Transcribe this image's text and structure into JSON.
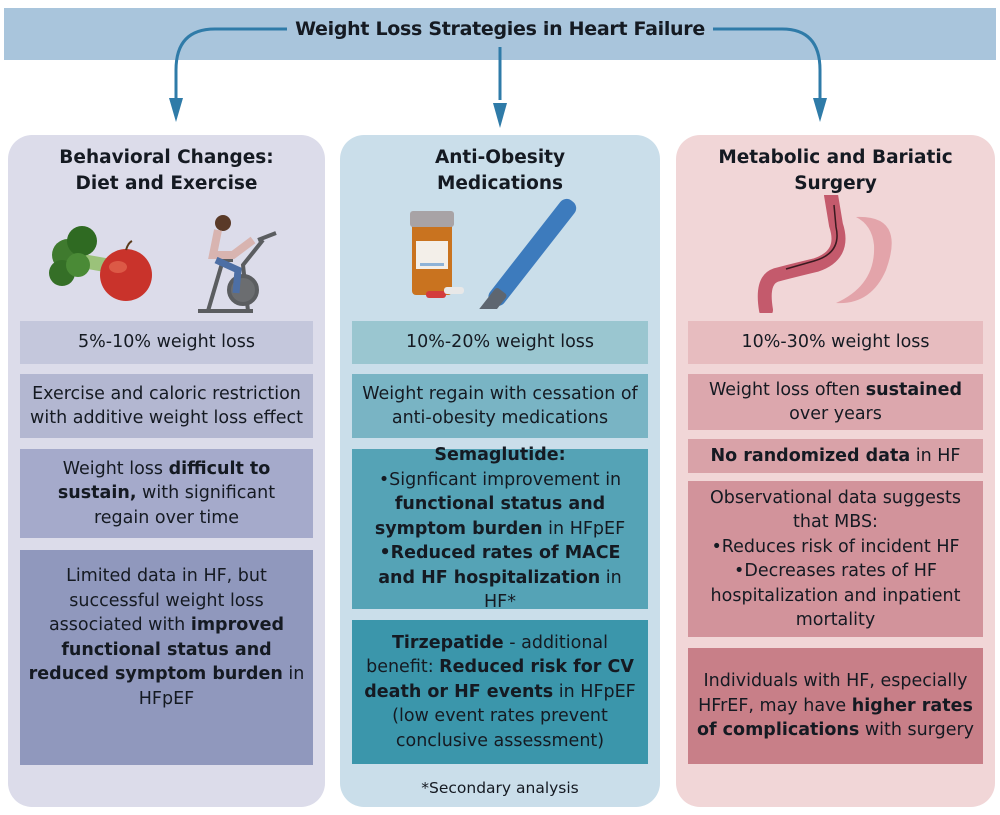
{
  "title": "Weight Loss Strategies in Heart Failure",
  "colors": {
    "banner": "#a9c5dc",
    "arrow": "#2f7ba8",
    "col1_bg": "#dcdcea",
    "col2_bg": "#cadeea",
    "col3_bg": "#f1d6d7"
  },
  "columns": [
    {
      "title_line1": "Behavioral Changes:",
      "title_line2": "Diet and Exercise",
      "icons": [
        "broccoli-icon",
        "apple-icon",
        "exercise-bike-icon"
      ],
      "boxes": [
        {
          "parts": [
            {
              "t": "5%-10% weight loss",
              "b": false
            }
          ]
        },
        {
          "parts": [
            {
              "t": "Exercise and caloric restriction with additive weight loss effect",
              "b": false
            }
          ]
        },
        {
          "parts": [
            {
              "t": "Weight loss ",
              "b": false
            },
            {
              "t": "difficult to sustain,",
              "b": true
            },
            {
              "t": " with significant regain over time",
              "b": false
            }
          ]
        },
        {
          "parts": [
            {
              "t": "Limited data in HF, but successful weight loss associated with ",
              "b": false
            },
            {
              "t": "improved functional status and reduced symptom burden",
              "b": true
            },
            {
              "t": " in HFpEF",
              "b": false
            }
          ]
        }
      ]
    },
    {
      "title_line1": "Anti-Obesity",
      "title_line2": "Medications",
      "icons": [
        "pill-bottle-icon",
        "injection-pen-icon"
      ],
      "boxes": [
        {
          "parts": [
            {
              "t": "10%-20% weight loss",
              "b": false
            }
          ]
        },
        {
          "parts": [
            {
              "t": "Weight regain with cessation of anti-obesity medications",
              "b": false
            }
          ]
        },
        {
          "parts": [
            {
              "t": "Semaglutide:",
              "b": true
            },
            {
              "t": "\n•Signficant improvement in ",
              "b": false
            },
            {
              "t": "functional status and symptom burden",
              "b": true
            },
            {
              "t": " in HFpEF",
              "b": false
            },
            {
              "t": "\n•Reduced rates of MACE and HF hospitalization",
              "b": true
            },
            {
              "t": " in HF*",
              "b": false
            }
          ]
        },
        {
          "parts": [
            {
              "t": "Tirzepatide",
              "b": true
            },
            {
              "t": " - additional benefit: ",
              "b": false
            },
            {
              "t": "Reduced risk for CV death or HF events",
              "b": true
            },
            {
              "t": " in HFpEF (low event rates prevent conclusive assessment)",
              "b": false
            }
          ]
        }
      ],
      "footnote": "*Secondary analysis"
    },
    {
      "title_line1": "Metabolic and Bariatic",
      "title_line2": "Surgery",
      "icons": [
        "stomach-icon"
      ],
      "boxes": [
        {
          "parts": [
            {
              "t": "10%-30% weight loss",
              "b": false
            }
          ]
        },
        {
          "parts": [
            {
              "t": "Weight loss often ",
              "b": false
            },
            {
              "t": "sustained",
              "b": true
            },
            {
              "t": " over years",
              "b": false
            }
          ]
        },
        {
          "parts": [
            {
              "t": "No randomized data",
              "b": true
            },
            {
              "t": " in HF",
              "b": false
            }
          ]
        },
        {
          "parts": [
            {
              "t": "Observational data suggests that MBS:\n•Reduces risk of incident HF\n•Decreases rates of HF hospitalization and inpatient mortality",
              "b": false
            }
          ]
        },
        {
          "parts": [
            {
              "t": "Individuals with HF, especially HFrEF, may have ",
              "b": false
            },
            {
              "t": "higher rates of complications",
              "b": true
            },
            {
              "t": " with surgery",
              "b": false
            }
          ]
        }
      ]
    }
  ]
}
